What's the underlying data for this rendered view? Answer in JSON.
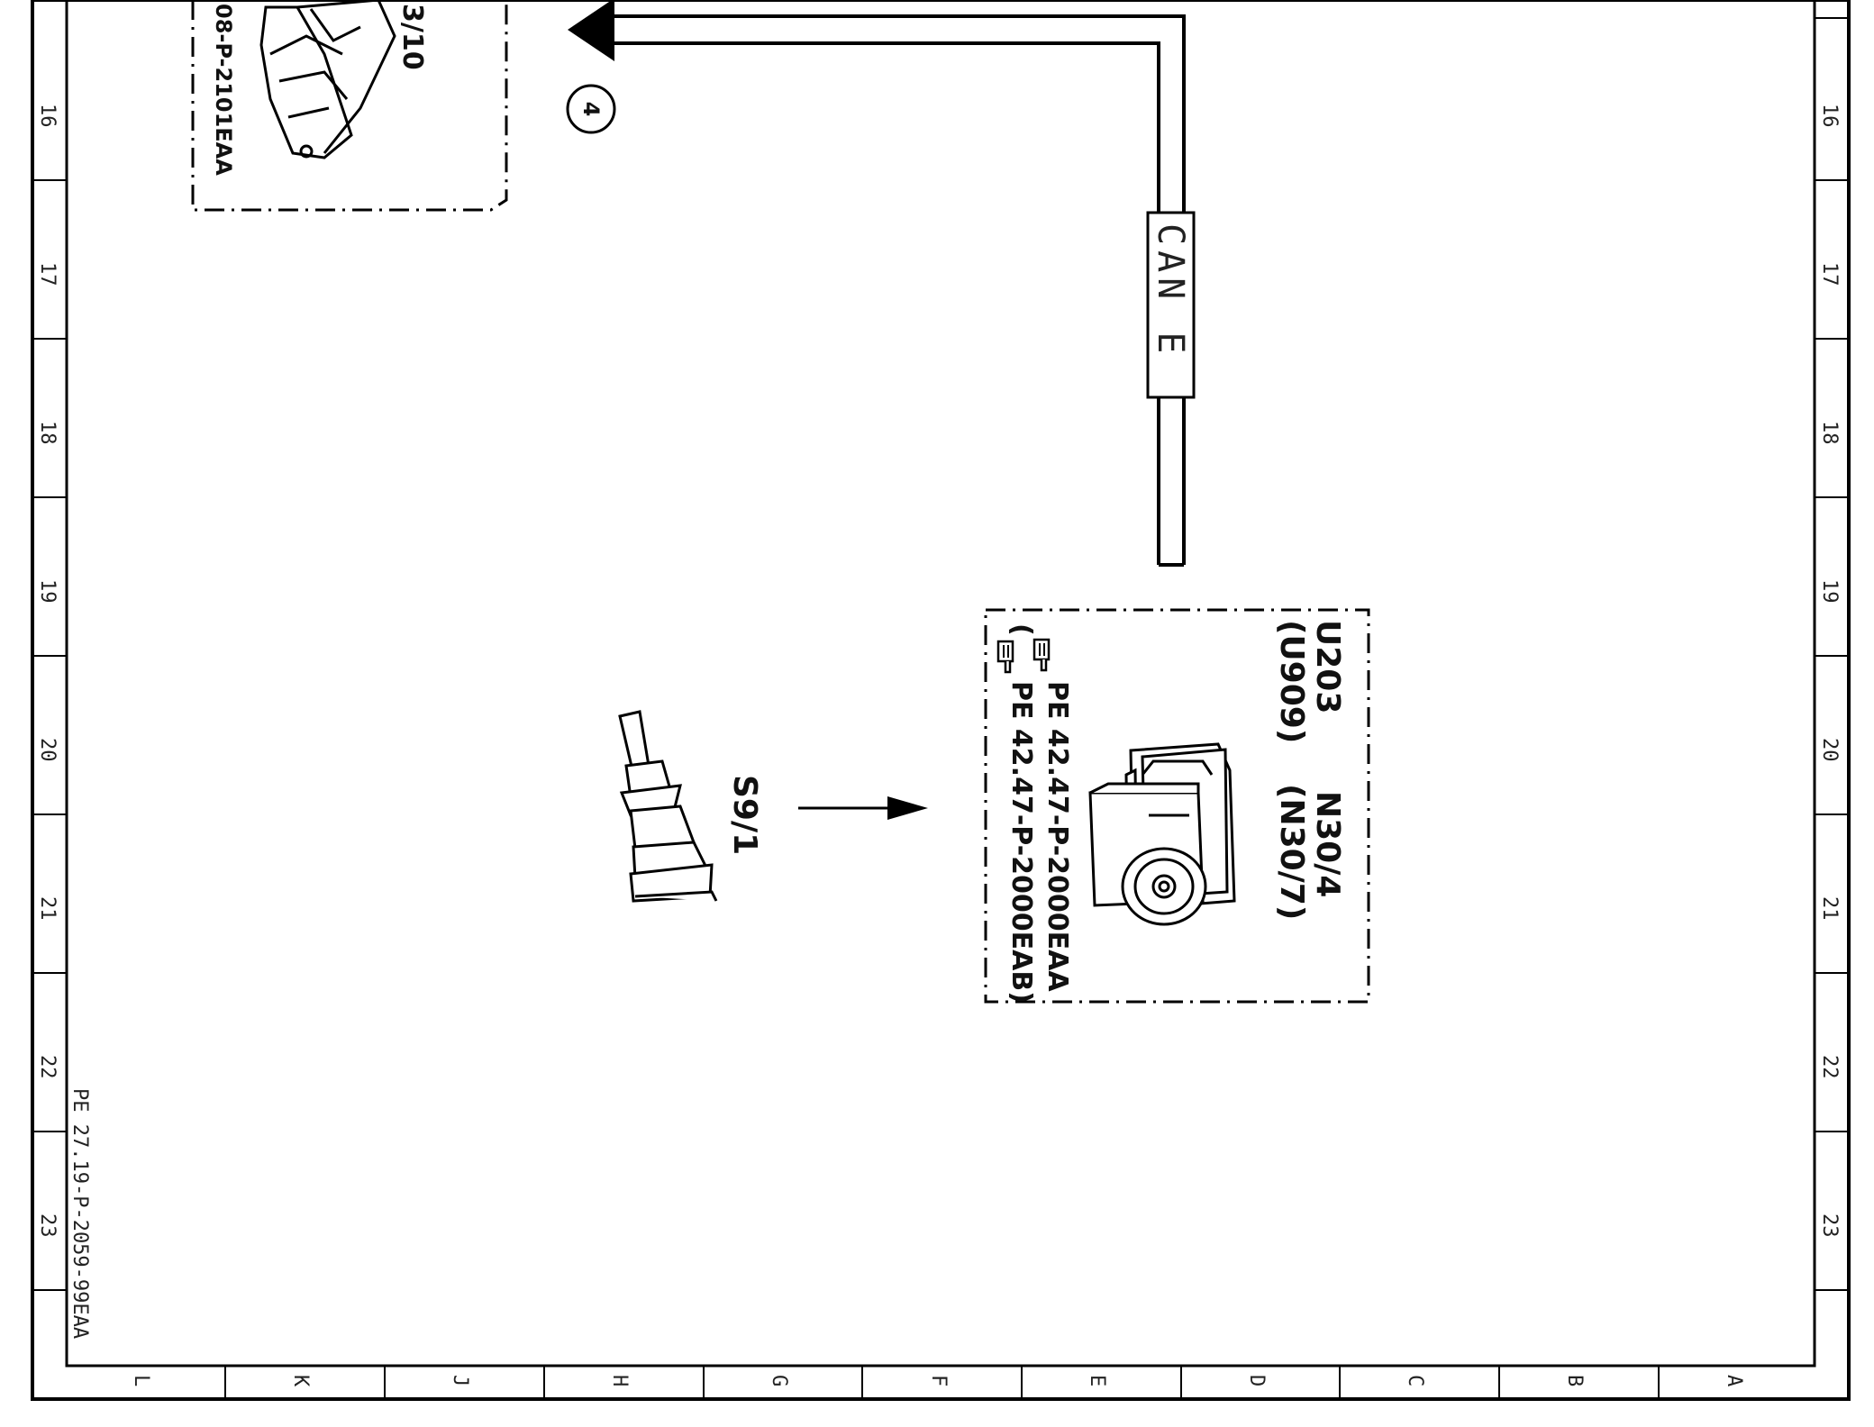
{
  "frame": {
    "row_numbers": [
      "16",
      "17",
      "18",
      "19",
      "20",
      "21",
      "22",
      "23"
    ],
    "column_letters": [
      "L",
      "K",
      "J",
      "H",
      "G",
      "F",
      "E",
      "D",
      "C",
      "B",
      "A"
    ]
  },
  "document_id": "PE 27.19-P-2059-99EAA",
  "bus": {
    "label": "CAN E",
    "connector_marker": "4"
  },
  "top_component": {
    "partial_code": "3/10",
    "partial_ref": "08-P-2101EAA"
  },
  "switch_component": {
    "code": "S9/1"
  },
  "control_unit": {
    "code_primary": "N30/4",
    "code_alt": "(N30/7)",
    "variant_primary": "U203",
    "variant_alt": "(U909)",
    "ref_primary": "PE 42.47-P-2000EAA",
    "ref_alt": "PE 42.47-P-2000EAB)",
    "ref_alt_prefix": "("
  },
  "icons": {
    "pointing_hand": "pointing-hand-icon"
  }
}
